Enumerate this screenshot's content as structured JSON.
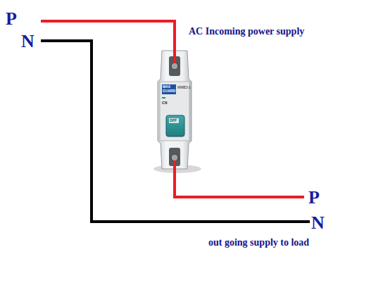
{
  "diagram": {
    "labels": [
      "P",
      "N",
      "AC Incoming power supply",
      "P",
      "N",
      "out going supply to load",
      "MAX GUARD",
      "MMB3-1",
      "C6",
      "OFF"
    ]
  }
}
